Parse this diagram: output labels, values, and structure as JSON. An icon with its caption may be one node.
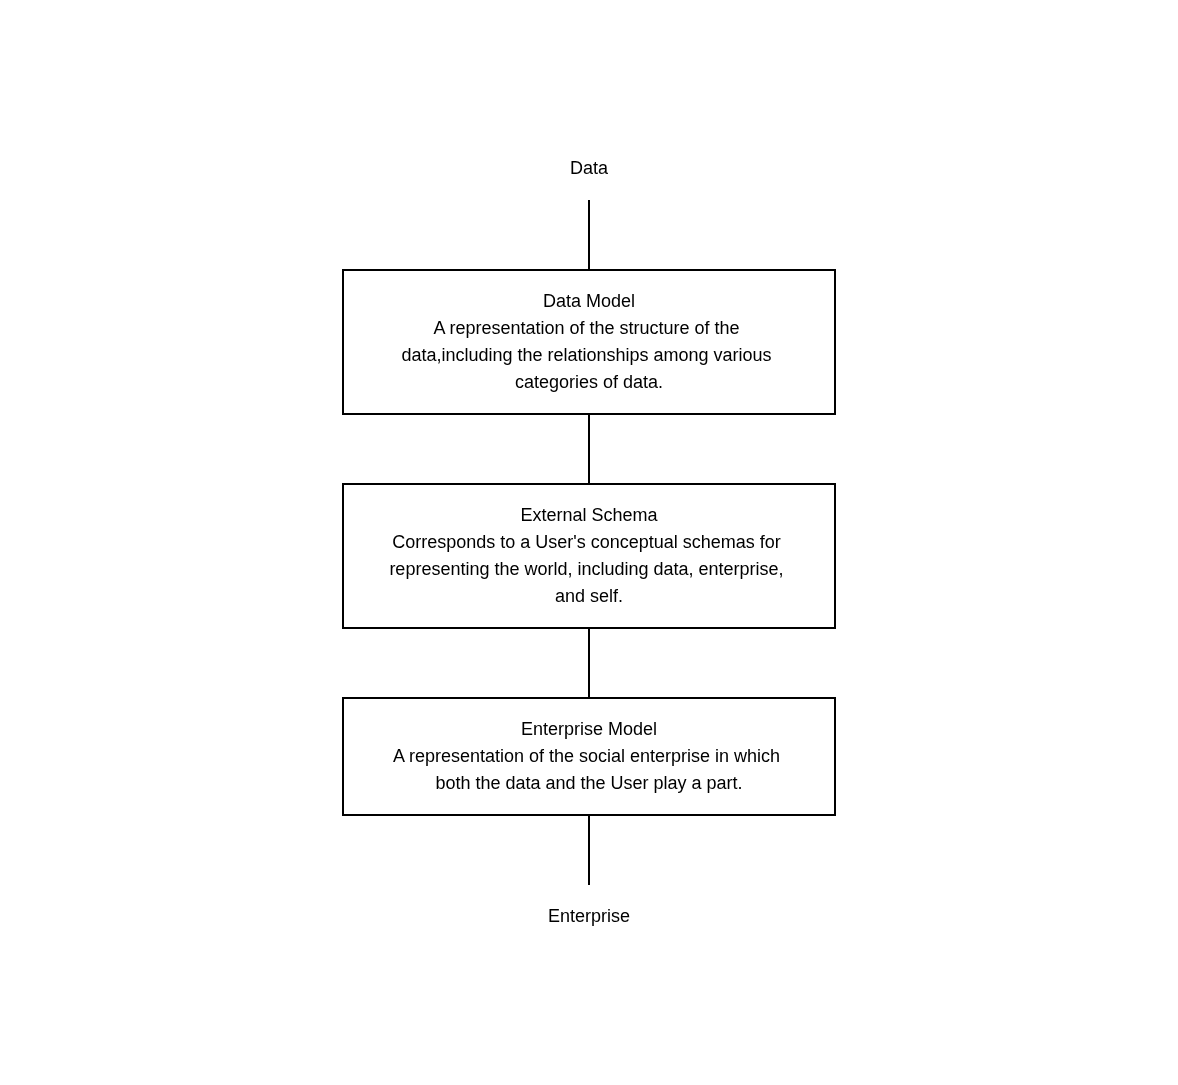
{
  "diagram": {
    "nodes": [
      {
        "text": [
          "Data"
        ]
      },
      {
        "text": [
          "Data Model",
          "A representation of the structure of the data,including the relationships among various categories of data."
        ]
      },
      {
        "text": [
          "External Schema",
          "Corresponds to a User's conceptual schemas for representing the world, including data, enterprise, and self."
        ]
      },
      {
        "text": [
          "Enterprise Model",
          "A representation of the social enterprise in which both the data and the User play a part."
        ]
      },
      {
        "text": [
          "Enterprise"
        ]
      }
    ],
    "edges": [
      {
        "from": 0,
        "to": 1,
        "arrow": "none"
      },
      {
        "from": 1,
        "to": 2,
        "arrow": "none"
      },
      {
        "from": 2,
        "to": 3,
        "arrow": "none"
      },
      {
        "from": 3,
        "to": 4,
        "arrow": "none"
      }
    ]
  }
}
